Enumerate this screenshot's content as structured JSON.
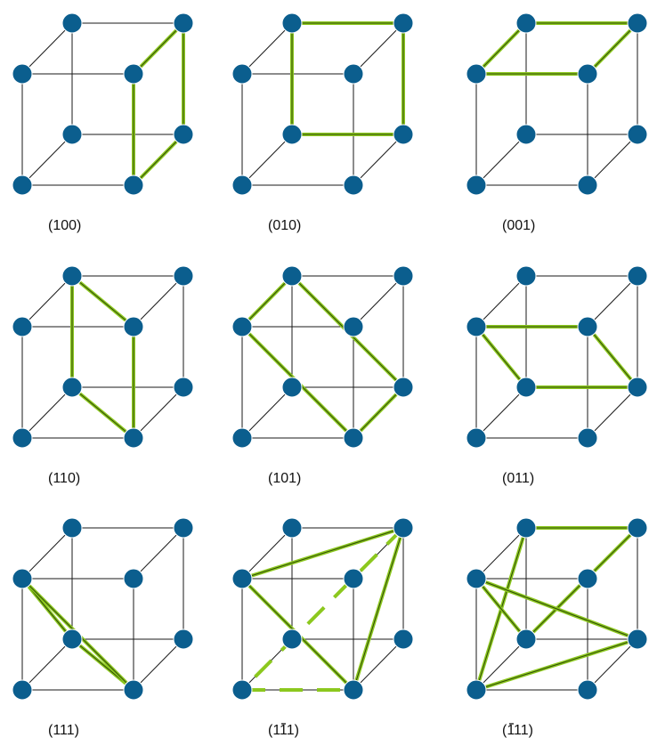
{
  "diagram": {
    "panels": [
      {
        "id": "100",
        "label": "(100)",
        "plane": [
          [
            1,
            0,
            0
          ],
          [
            1,
            1,
            0
          ],
          [
            1,
            1,
            1
          ],
          [
            1,
            0,
            1
          ]
        ],
        "dashed": []
      },
      {
        "id": "010",
        "label": "(010)",
        "plane": [
          [
            0,
            1,
            0
          ],
          [
            1,
            1,
            0
          ],
          [
            1,
            1,
            1
          ],
          [
            0,
            1,
            1
          ]
        ],
        "dashed": []
      },
      {
        "id": "001",
        "label": "(001)",
        "plane": [
          [
            0,
            0,
            1
          ],
          [
            1,
            0,
            1
          ],
          [
            1,
            1,
            1
          ],
          [
            0,
            1,
            1
          ]
        ],
        "dashed": []
      },
      {
        "id": "110",
        "label": "(110)",
        "plane": [
          [
            1,
            0,
            0
          ],
          [
            0,
            1,
            0
          ],
          [
            0,
            1,
            1
          ],
          [
            1,
            0,
            1
          ]
        ],
        "dashed": []
      },
      {
        "id": "101",
        "label": "(101)",
        "plane": [
          [
            1,
            0,
            0
          ],
          [
            0,
            0,
            1
          ],
          [
            0,
            1,
            1
          ],
          [
            1,
            1,
            0
          ]
        ],
        "dashed": []
      },
      {
        "id": "011",
        "label": "(011)",
        "plane": [
          [
            0,
            1,
            0
          ],
          [
            0,
            0,
            1
          ],
          [
            1,
            0,
            1
          ],
          [
            1,
            1,
            0
          ]
        ],
        "dashed": []
      },
      {
        "id": "111",
        "label": "(111)",
        "plane": [
          [
            1,
            0,
            0
          ],
          [
            0,
            1,
            0
          ],
          [
            0,
            0,
            1
          ]
        ],
        "dashed": []
      },
      {
        "id": "1-11",
        "label": "(111)",
        "overbars": [
          2
        ],
        "plane": [
          [
            1,
            1,
            1
          ],
          [
            0,
            0,
            1
          ],
          [
            1,
            0,
            0
          ]
        ],
        "dashed": [
          [
            [
              1,
              1,
              1
            ],
            [
              0,
              0,
              0
            ]
          ],
          [
            [
              0,
              0,
              0
            ],
            [
              1,
              0,
              0
            ]
          ]
        ]
      },
      {
        "id": "-111",
        "label": "(111)",
        "overbars": [
          1
        ],
        "plane": [
          [
            0,
            0,
            0
          ],
          [
            0,
            1,
            1
          ],
          [
            1,
            1,
            1
          ],
          [
            0,
            1,
            0
          ],
          [
            0,
            0,
            1
          ],
          [
            1,
            1,
            0
          ]
        ],
        "dashed": []
      }
    ],
    "colors": {
      "node": "#0b5e8e",
      "plane": "#8cc81e",
      "edge": "#1a1a1a"
    }
  }
}
